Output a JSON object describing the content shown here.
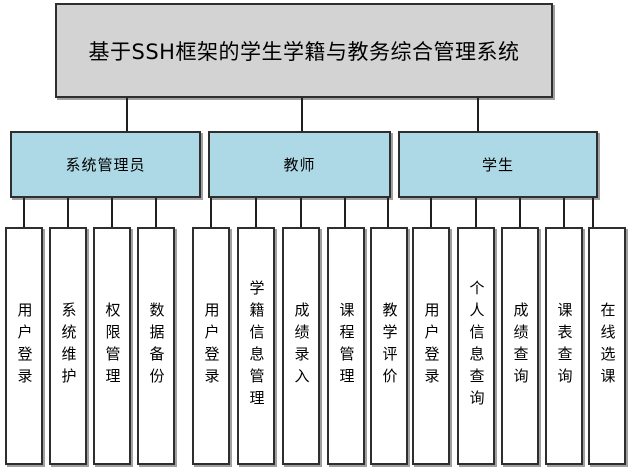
{
  "diagram": {
    "title": "基于SSH框架的学生学籍与教务综合管理系统",
    "groups": [
      {
        "label": "系统管理员",
        "leaves": [
          "用户登录",
          "系统维护",
          "权限管理",
          "数据备份"
        ]
      },
      {
        "label": "教师",
        "leaves": [
          "用户登录",
          "学籍信息管理",
          "成绩录入",
          "课程管理",
          "教学评价"
        ]
      },
      {
        "label": "学生",
        "leaves": [
          "用户登录",
          "个人信息查询",
          "成绩查询",
          "课表查询",
          "在线选课"
        ]
      }
    ],
    "colors": {
      "root_fill": "#d3d3d3",
      "group_fill": "#add8e6",
      "leaf_fill": "#ffffff",
      "border": "#2e2e2e",
      "connector": "#1f1f1f"
    }
  }
}
